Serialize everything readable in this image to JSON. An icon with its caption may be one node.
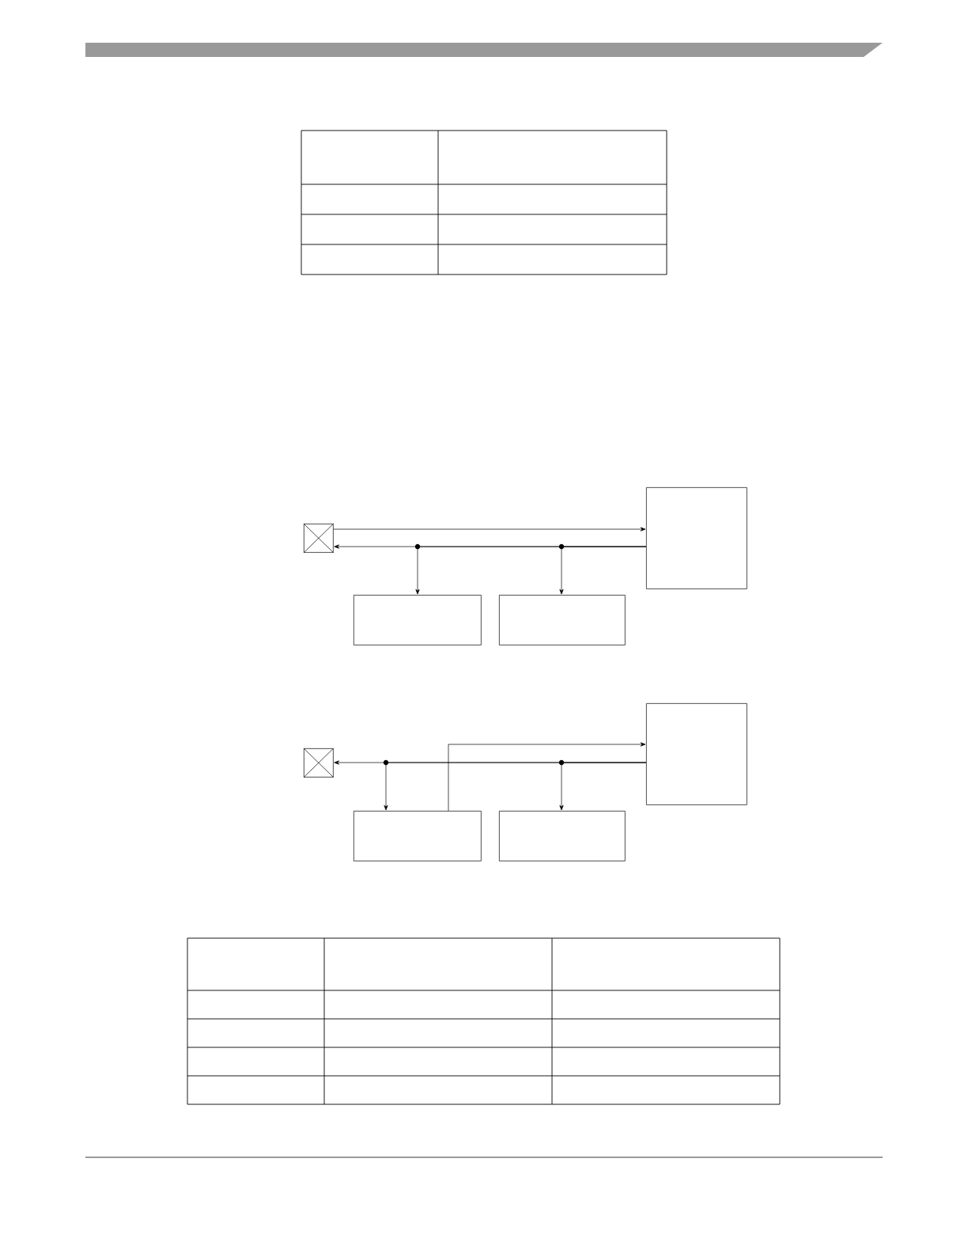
{
  "diagram": {
    "nodes": [
      {
        "text": [],
        "shape": "cross"
      },
      {
        "text": [],
        "shape": "box"
      },
      {
        "text": [],
        "shape": "box"
      },
      {
        "text": [],
        "shape": "box"
      },
      {
        "text": [],
        "shape": "cross"
      },
      {
        "text": [],
        "shape": "box"
      },
      {
        "text": [],
        "shape": "box"
      },
      {
        "text": [],
        "shape": "box"
      }
    ],
    "edges": [
      {
        "from": 0,
        "to": 1,
        "arrow": "to"
      },
      {
        "from": 1,
        "to": 0,
        "arrow": "to"
      },
      {
        "from": 1,
        "to": 2,
        "arrow": "to"
      },
      {
        "from": 1,
        "to": 3,
        "arrow": "to"
      },
      {
        "from": 5,
        "to": 4,
        "arrow": "to"
      },
      {
        "from": 5,
        "to": 6,
        "arrow": "to"
      },
      {
        "from": 5,
        "to": 7,
        "arrow": "to"
      },
      {
        "from": 6,
        "to": 5,
        "arrow": "to"
      }
    ]
  }
}
